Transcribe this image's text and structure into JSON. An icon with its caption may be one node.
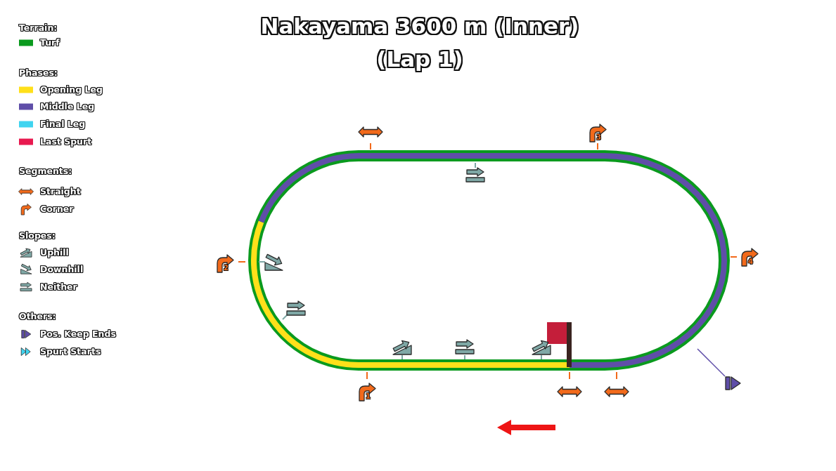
{
  "diagram": {
    "title": "Nakayama 3600 m (Inner) (Lap 1)",
    "labels": [
      "Terrain:",
      "Phases:",
      "Segments:",
      "Slopes:",
      "Others:",
      "3",
      "2",
      "4",
      "1"
    ],
    "legend": [
      {
        "text": "Turf",
        "color": "#0a9a1e"
      },
      {
        "text": "Opening Leg",
        "color": "#ffe01a"
      },
      {
        "text": "Middle Leg",
        "color": "#5f4ea8"
      },
      {
        "text": "Final Leg",
        "color": "#40d4f0"
      },
      {
        "text": "Last Spurt",
        "color": "#e8194f"
      },
      {
        "text": "Straight"
      },
      {
        "text": "Corner"
      },
      {
        "text": "Uphill"
      },
      {
        "text": "Downhill"
      },
      {
        "text": "Neither"
      },
      {
        "text": "Pos. Keep Ends"
      },
      {
        "text": "Spurt Starts"
      }
    ]
  }
}
